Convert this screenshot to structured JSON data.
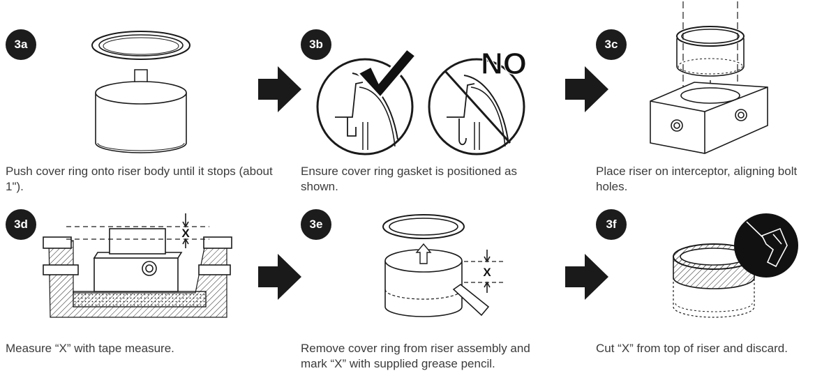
{
  "steps": [
    {
      "id": "3a",
      "caption": "Push cover ring onto riser body until it stops (about 1\")."
    },
    {
      "id": "3b",
      "caption": "Ensure cover ring gasket is positioned as shown."
    },
    {
      "id": "3c",
      "caption": "Place riser on interceptor, aligning bolt holes."
    },
    {
      "id": "3d",
      "caption": "Measure “X” with tape measure."
    },
    {
      "id": "3e",
      "caption": "Remove cover ring from riser assembly and mark “X” with supplied grease pencil."
    },
    {
      "id": "3f",
      "caption": "Cut “X” from top of riser and discard."
    }
  ],
  "labels": {
    "no": "NO",
    "x_3d": "X",
    "x_3e": "X"
  }
}
